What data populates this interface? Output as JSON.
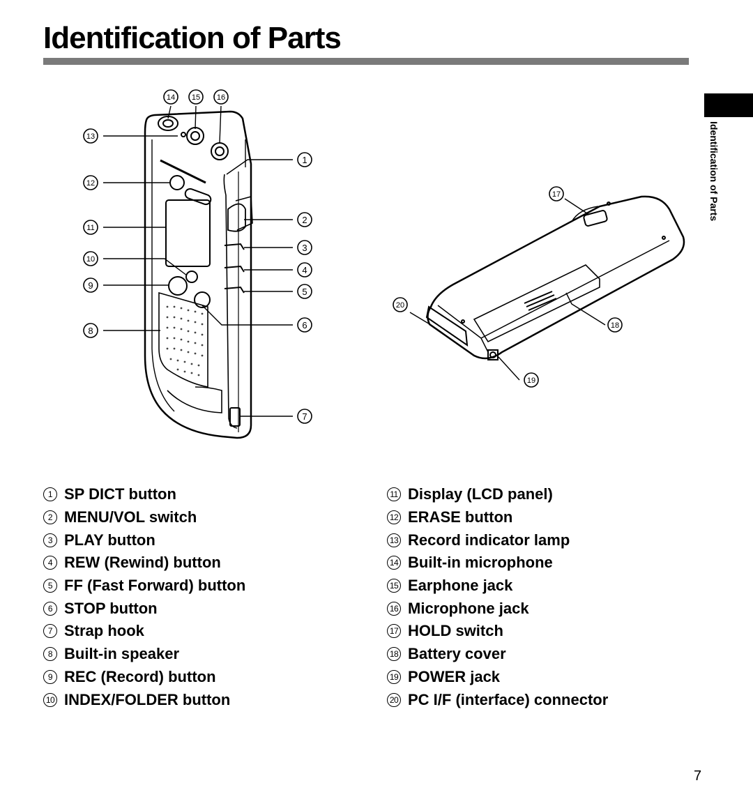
{
  "page": {
    "title": "Identification of Parts",
    "side_label": "Identification of Parts",
    "page_number": "7"
  },
  "callouts": [
    "1",
    "2",
    "3",
    "4",
    "5",
    "6",
    "7",
    "8",
    "9",
    "10",
    "11",
    "12",
    "13",
    "14",
    "15",
    "16",
    "17",
    "18",
    "19",
    "20"
  ],
  "parts_left": [
    {
      "num": "1",
      "label": "SP DICT button"
    },
    {
      "num": "2",
      "label": "MENU/VOL switch"
    },
    {
      "num": "3",
      "label": "PLAY button"
    },
    {
      "num": "4",
      "label": "REW (Rewind) button"
    },
    {
      "num": "5",
      "label": "FF (Fast Forward) button"
    },
    {
      "num": "6",
      "label": "STOP button"
    },
    {
      "num": "7",
      "label": "Strap hook"
    },
    {
      "num": "8",
      "label": "Built-in speaker"
    },
    {
      "num": "9",
      "label": "REC (Record) button"
    },
    {
      "num": "10",
      "label": "INDEX/FOLDER button"
    }
  ],
  "parts_right": [
    {
      "num": "11",
      "label": "Display (LCD panel)"
    },
    {
      "num": "12",
      "label": "ERASE button"
    },
    {
      "num": "13",
      "label": "Record indicator lamp"
    },
    {
      "num": "14",
      "label": "Built-in microphone"
    },
    {
      "num": "15",
      "label": "Earphone jack"
    },
    {
      "num": "16",
      "label": "Microphone jack"
    },
    {
      "num": "17",
      "label": "HOLD switch"
    },
    {
      "num": "18",
      "label": "Battery cover"
    },
    {
      "num": "19",
      "label": "POWER jack"
    },
    {
      "num": "20",
      "label": "PC I/F (interface) connector"
    }
  ]
}
